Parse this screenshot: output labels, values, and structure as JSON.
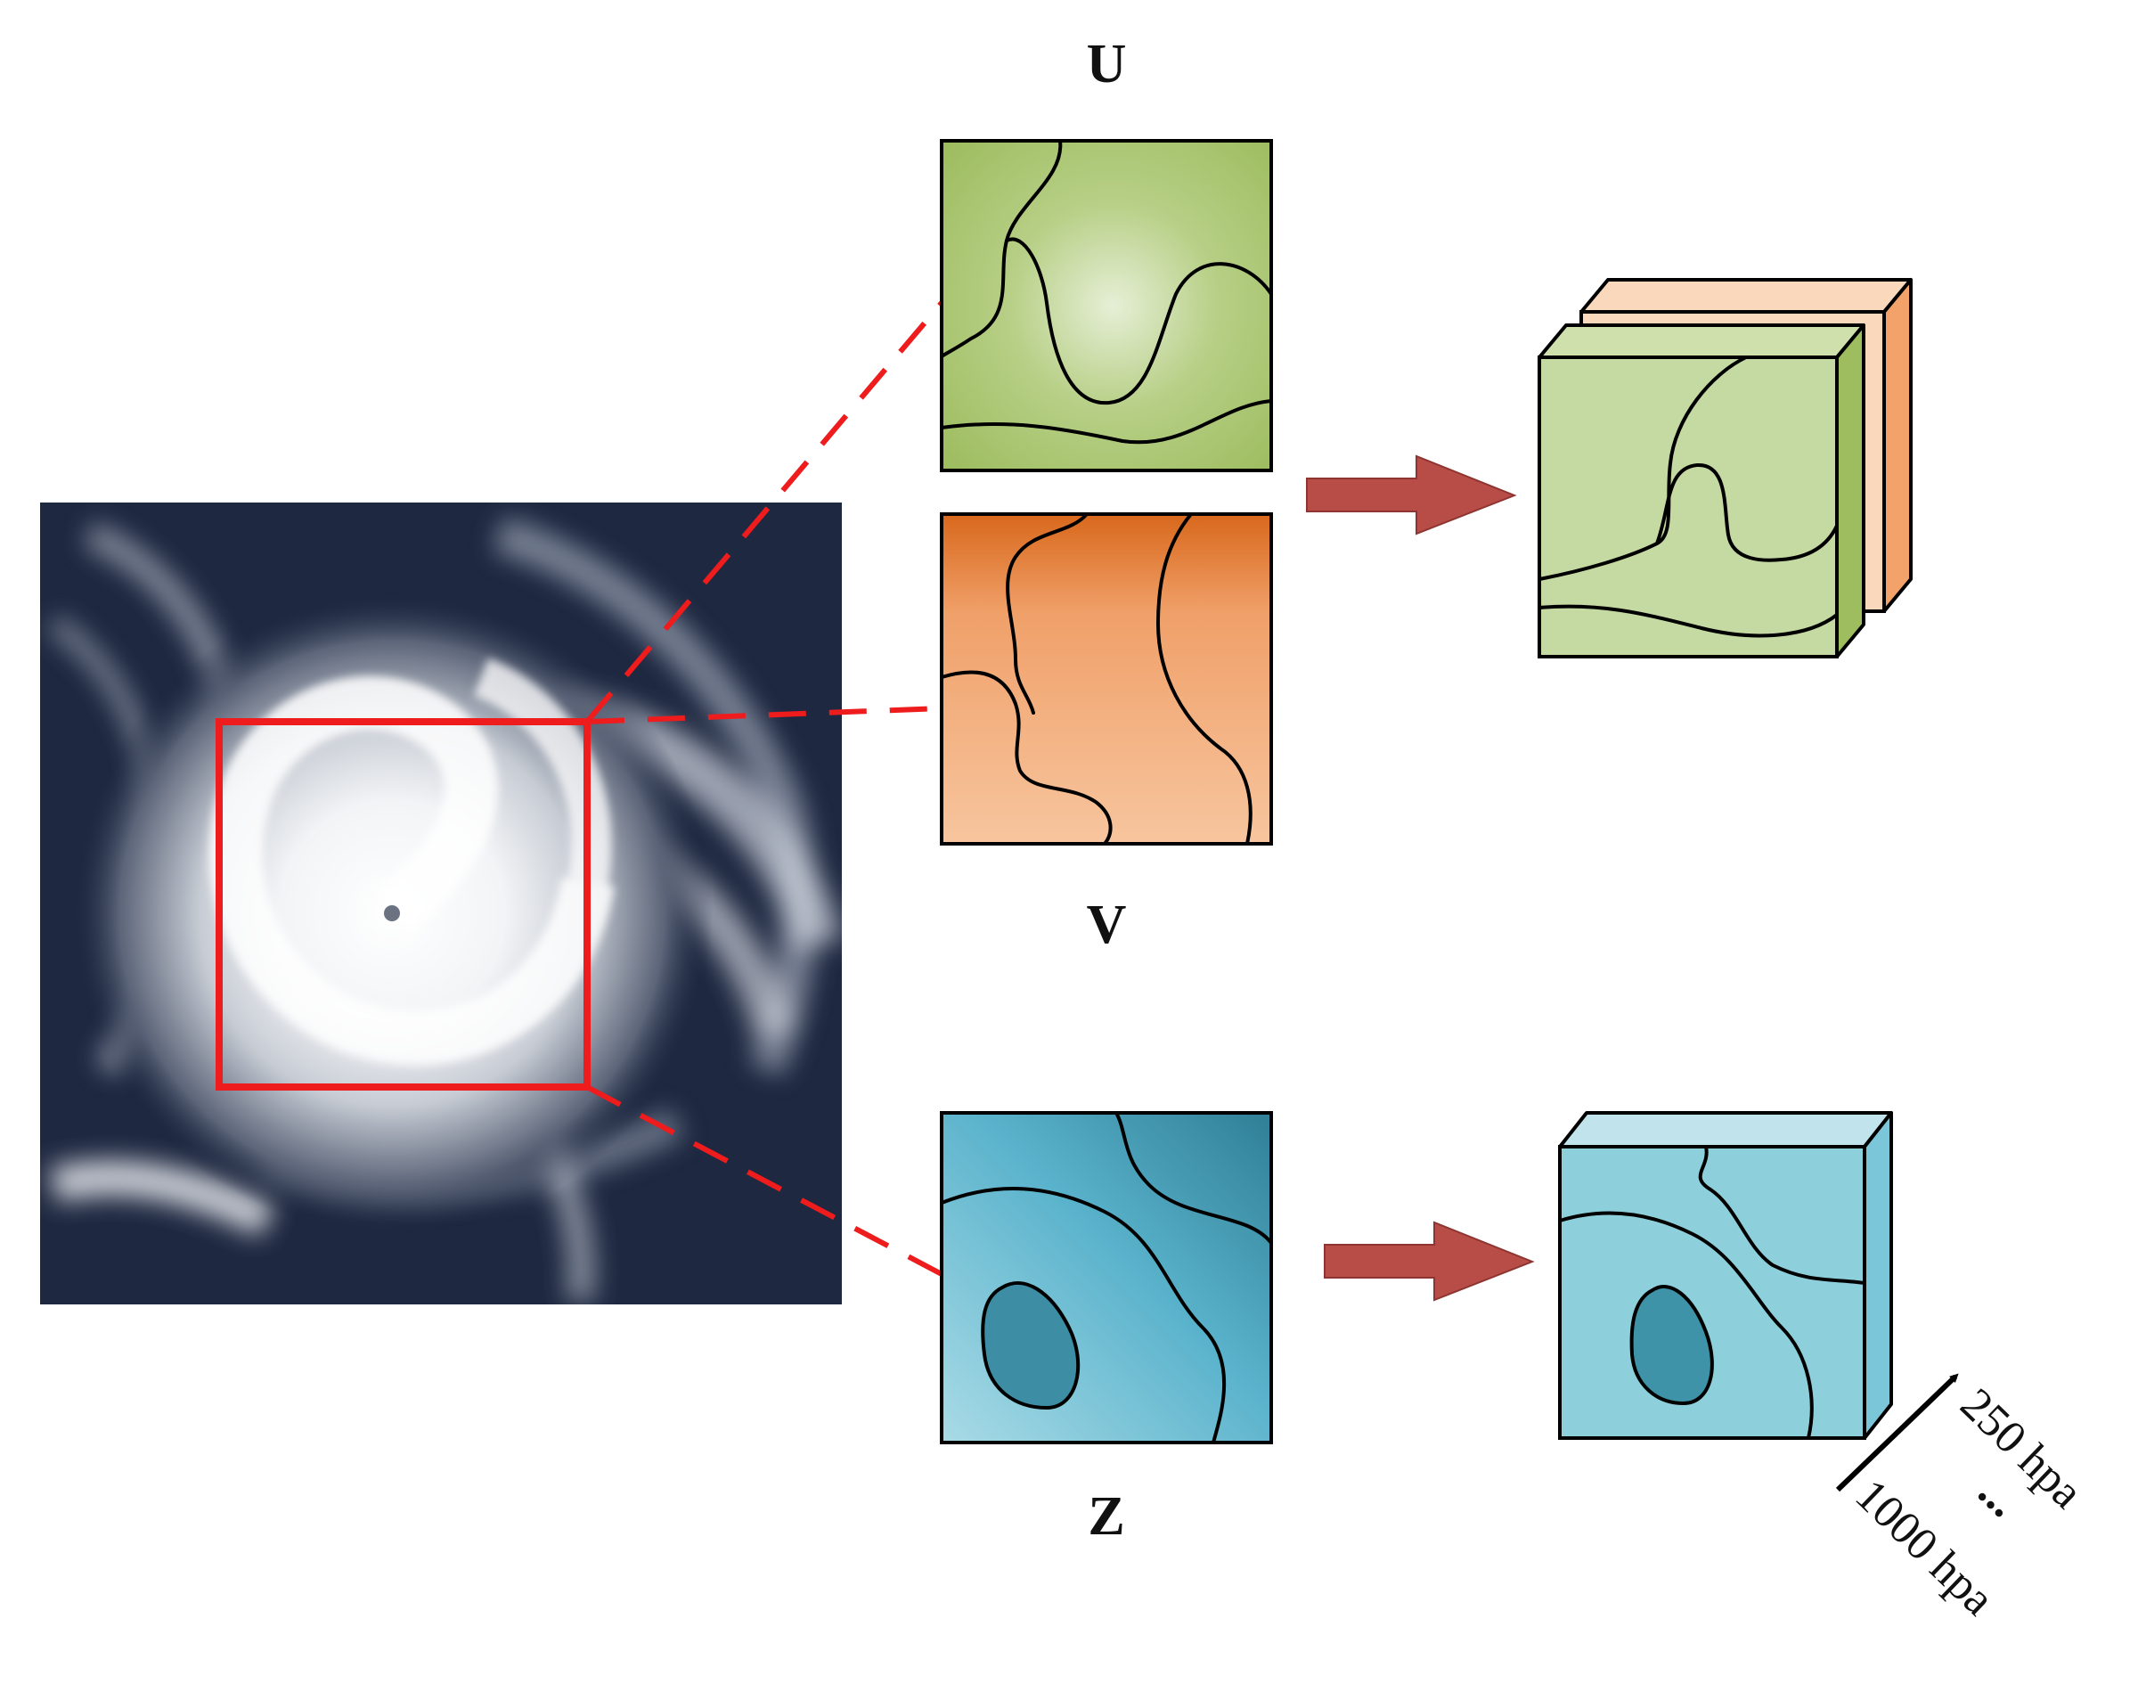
{
  "labels": {
    "u": "U",
    "v": "V",
    "z": "Z",
    "pressure_top": "250 hpa",
    "pressure_dots": "...",
    "pressure_bottom": "1000 hpa"
  },
  "colors": {
    "u_field": "#9dbd5f",
    "v_field": "#f2a26b",
    "z_field": "#5ab3cc",
    "selection_box": "#ee1c1c",
    "arrow_fill": "#b84d47",
    "satellite_background": "#1e2840"
  }
}
